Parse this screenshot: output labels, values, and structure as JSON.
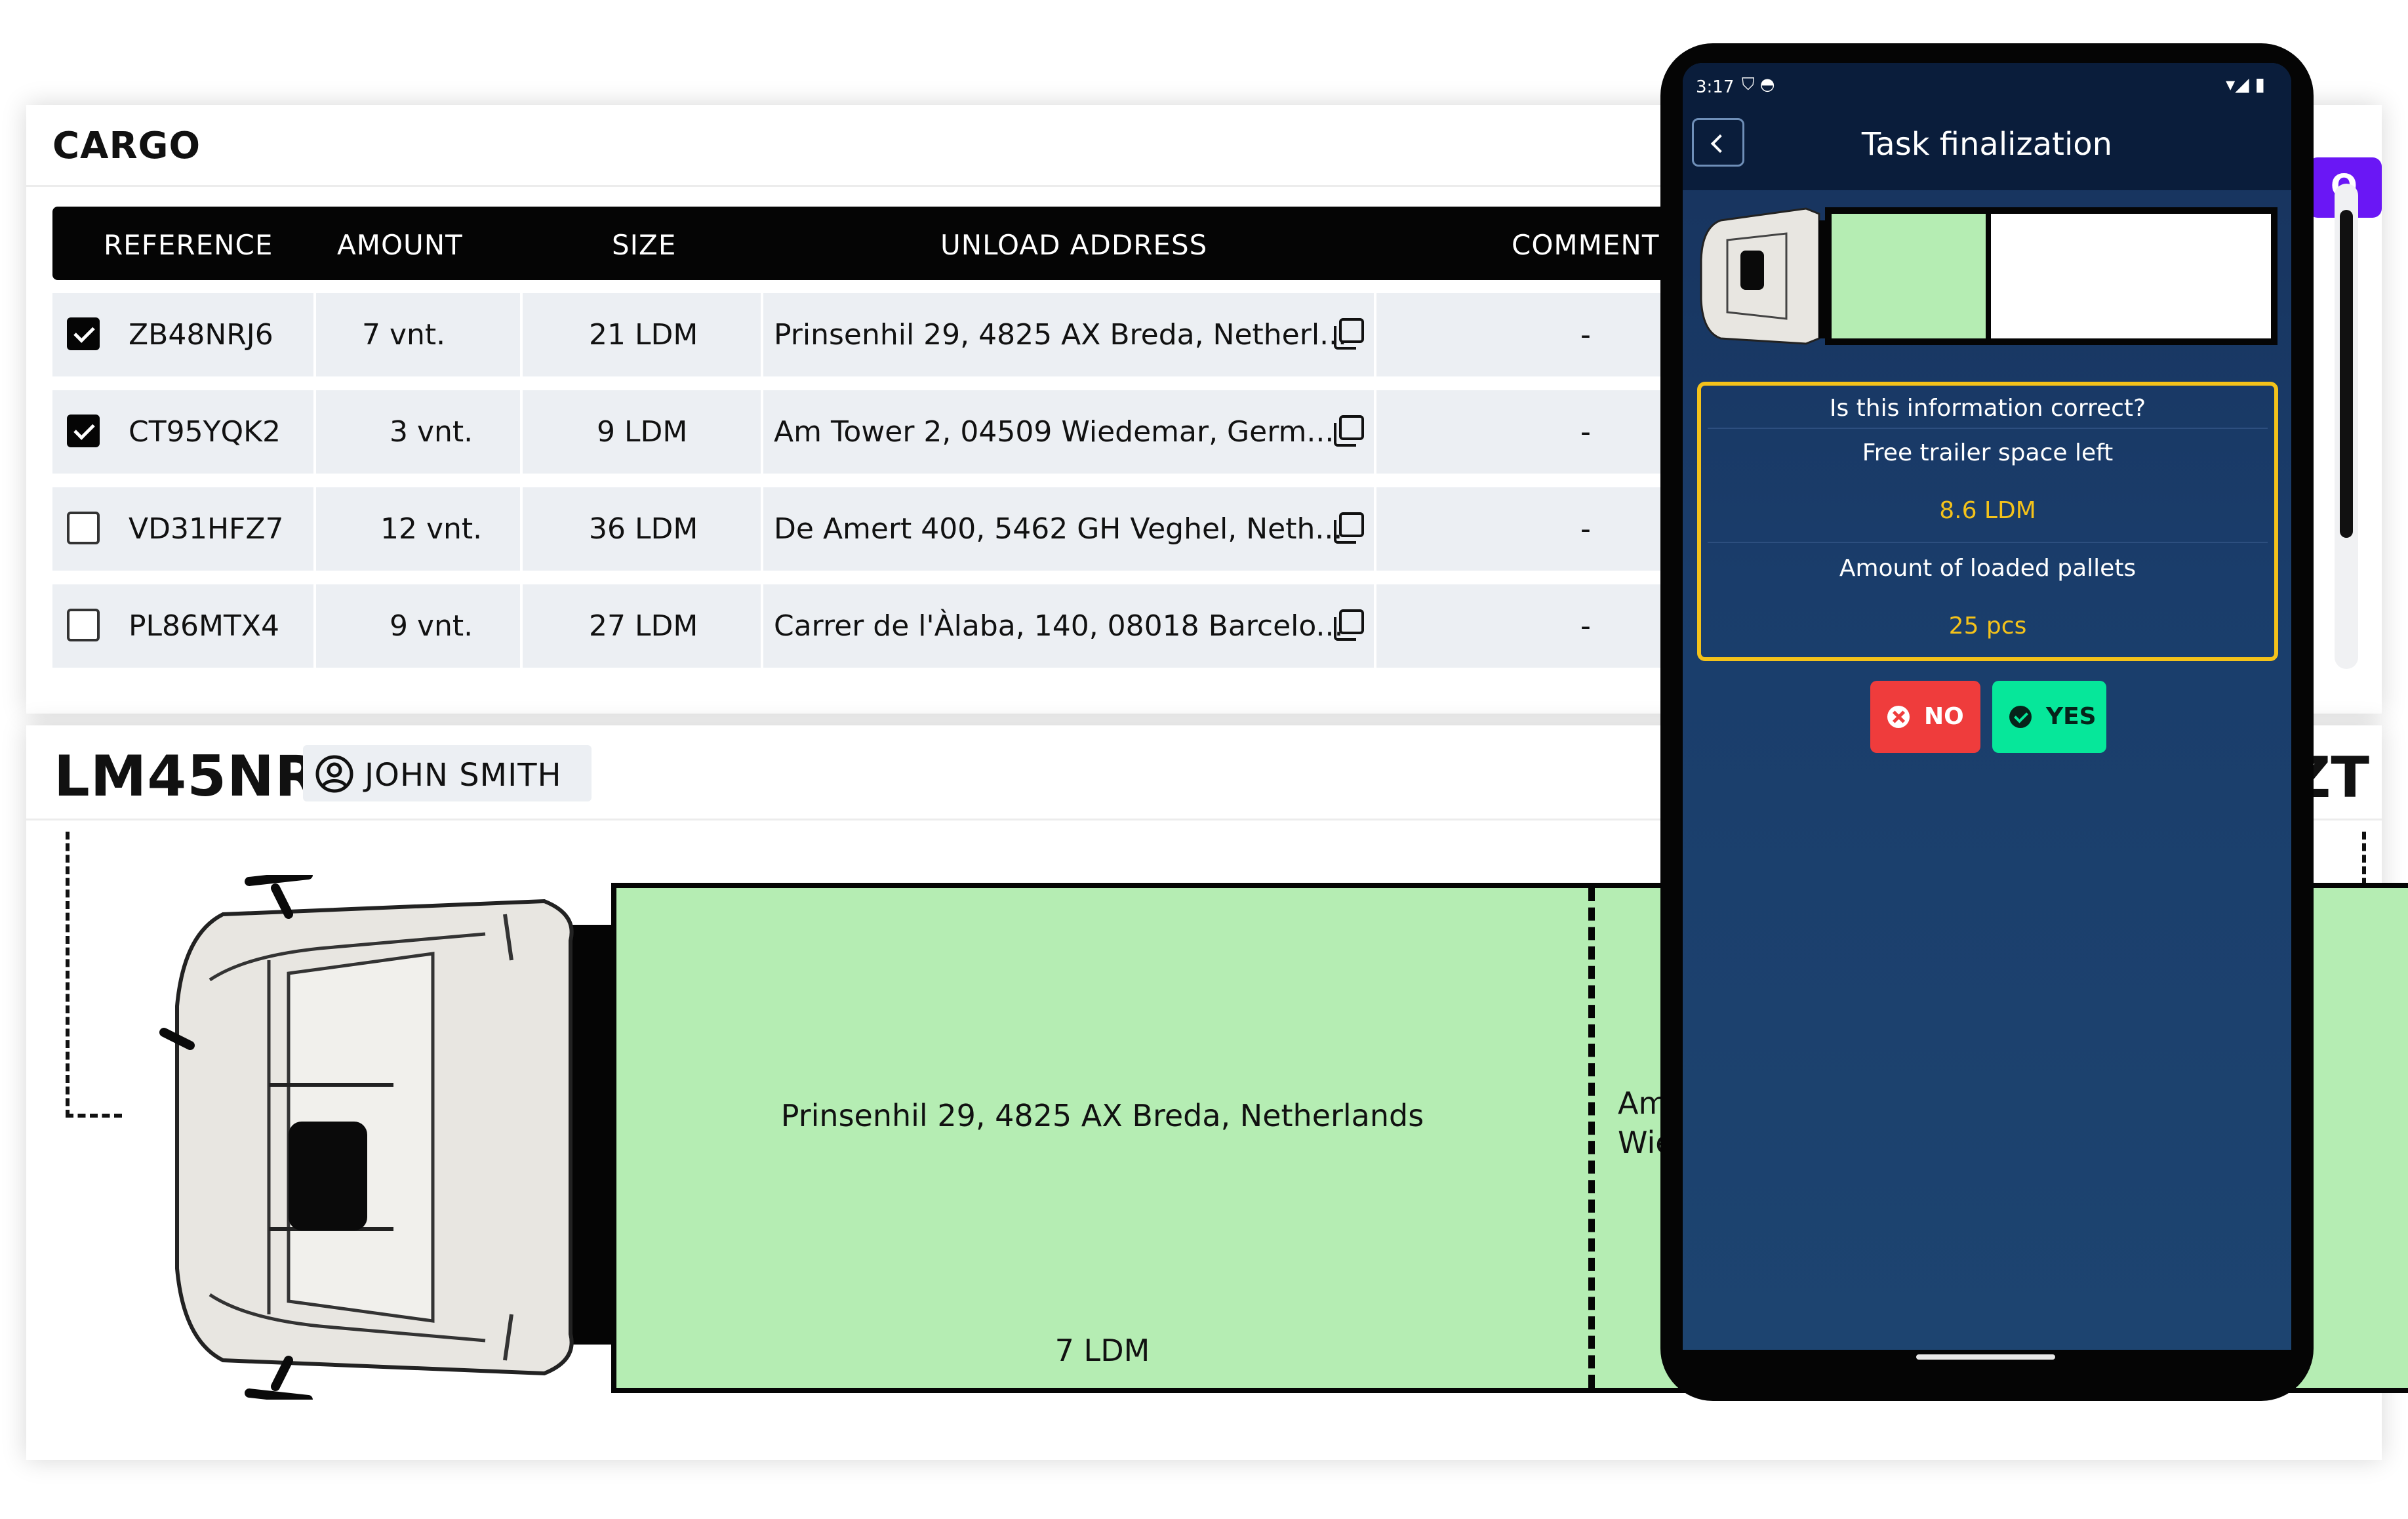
{
  "cargo": {
    "title": "CARGO",
    "columns": [
      "REFERENCE",
      "AMOUNT",
      "SIZE",
      "UNLOAD ADDRESS",
      "COMMENT"
    ],
    "rows": [
      {
        "checked": true,
        "reference": "ZB48NRJ6",
        "amount": "7 vnt.",
        "size": "21 LDM",
        "address": "Prinsenhil 29, 4825 AX Breda, Netherl...",
        "comment": "-"
      },
      {
        "checked": true,
        "reference": "CT95YQK2",
        "amount": "3 vnt.",
        "size": "9 LDM",
        "address": "Am Tower 2, 04509 Wiedemar, Germ...",
        "comment": "-"
      },
      {
        "checked": false,
        "reference": "VD31HFZ7",
        "amount": "12 vnt.",
        "size": "36 LDM",
        "address": "De Amert 400, 5462 GH Veghel, Neth...",
        "comment": "-"
      },
      {
        "checked": false,
        "reference": "PL86MTX4",
        "amount": "9 vnt.",
        "size": "27 LDM",
        "address": "Carrer de l'Àlaba, 140, 08018 Barcelo...",
        "comment": "-"
      }
    ],
    "purple_button_label": "O"
  },
  "vehicle": {
    "plate": "LM45NR",
    "driver": "JOHN SMITH",
    "right_code": "ZT",
    "trailer_section_1": {
      "address": "Prinsenhil 29, 4825 AX Breda, Netherlands",
      "size": "7 LDM"
    },
    "trailer_section_2": {
      "line1": "Am",
      "line2": "Wie"
    }
  },
  "phone": {
    "status_time": "3:17",
    "title": "Task finalization",
    "question": "Is this information correct?",
    "free_space_label": "Free trailer space left",
    "free_space_value": "8.6 LDM",
    "pallets_label": "Amount of loaded pallets",
    "pallets_value": "25 pcs",
    "loaded_fraction": 0.35,
    "no_label": "NO",
    "yes_label": "YES"
  },
  "colors": {
    "trailer_green": "#b5edb3",
    "accent_yellow": "#f4c21a",
    "no_red": "#ef3c3c",
    "yes_green": "#06e79a",
    "purple": "#6a17f5"
  }
}
